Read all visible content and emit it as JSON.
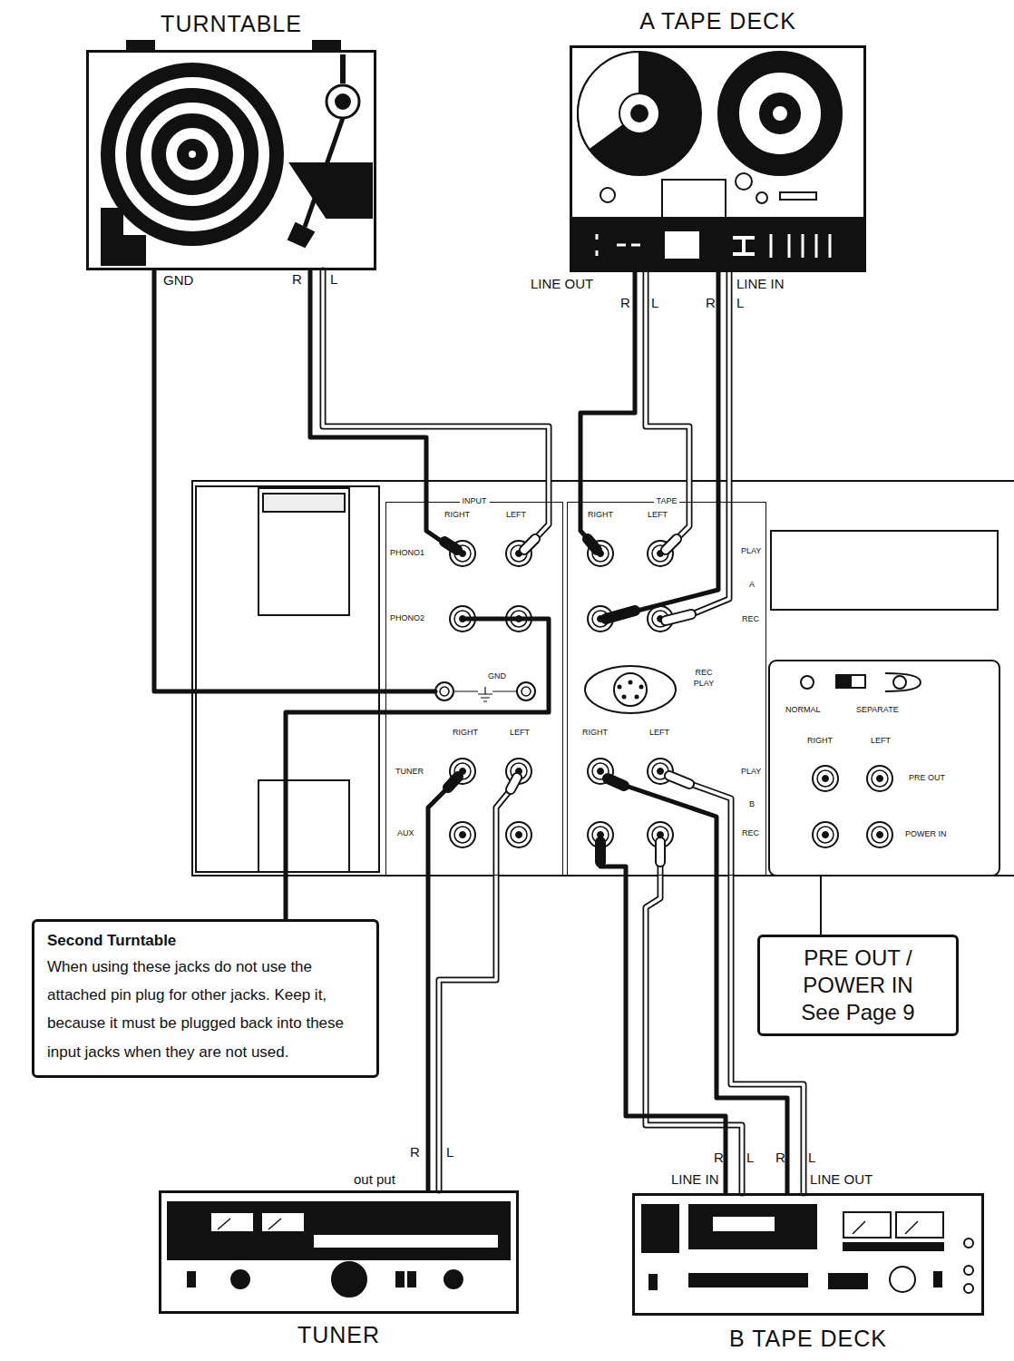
{
  "diagram": {
    "nodes": [
      {
        "text": [
          "TURNTABLE"
        ]
      },
      {
        "text": [
          "A TAPE DECK"
        ]
      },
      {
        "text": [
          "INPUT"
        ]
      },
      {
        "text": [
          "TAPE"
        ]
      },
      {
        "text": [
          "Second Turntable",
          "When using these jacks do not use the attached pin plug for other jacks. Keep it, because it must be plugged back into these input jacks when they are not used."
        ]
      },
      {
        "text": [
          "PRE OUT / POWER IN See Page 9"
        ]
      },
      {
        "text": [
          "TUNER"
        ]
      },
      {
        "text": [
          "B TAPE DECK"
        ]
      }
    ],
    "edges": [
      {
        "from": 0,
        "to": 2,
        "arrow": "none"
      },
      {
        "from": 0,
        "to": 2,
        "arrow": "none"
      },
      {
        "from": 1,
        "to": 3,
        "arrow": "none"
      },
      {
        "from": 1,
        "to": 3,
        "arrow": "none"
      },
      {
        "from": 6,
        "to": 2,
        "arrow": "none"
      },
      {
        "from": 4,
        "to": 2,
        "arrow": "none"
      },
      {
        "from": 3,
        "to": 7,
        "arrow": "none"
      },
      {
        "from": 7,
        "to": 3,
        "arrow": "none"
      }
    ],
    "labels": [
      "GND",
      "R",
      "L",
      "LINE OUT",
      "R",
      "L",
      "R",
      "L",
      "LINE IN",
      "RIGHT",
      "LEFT",
      "RIGHT",
      "LEFT",
      "PHONO1",
      "PHONO2",
      "GND",
      "RIGHT",
      "LEFT",
      "TUNER",
      "AUX",
      "RIGHT",
      "LEFT",
      "PLAY",
      "A",
      "REC",
      "REC PLAY",
      "PLAY",
      "B",
      "REC",
      "NORMAL",
      "SEPARATE",
      "RIGHT",
      "LEFT",
      "PRE OUT",
      "POWER IN",
      "R",
      "L",
      "out put",
      "R",
      "L",
      "R",
      "L",
      "LINE IN",
      "LINE OUT"
    ]
  }
}
